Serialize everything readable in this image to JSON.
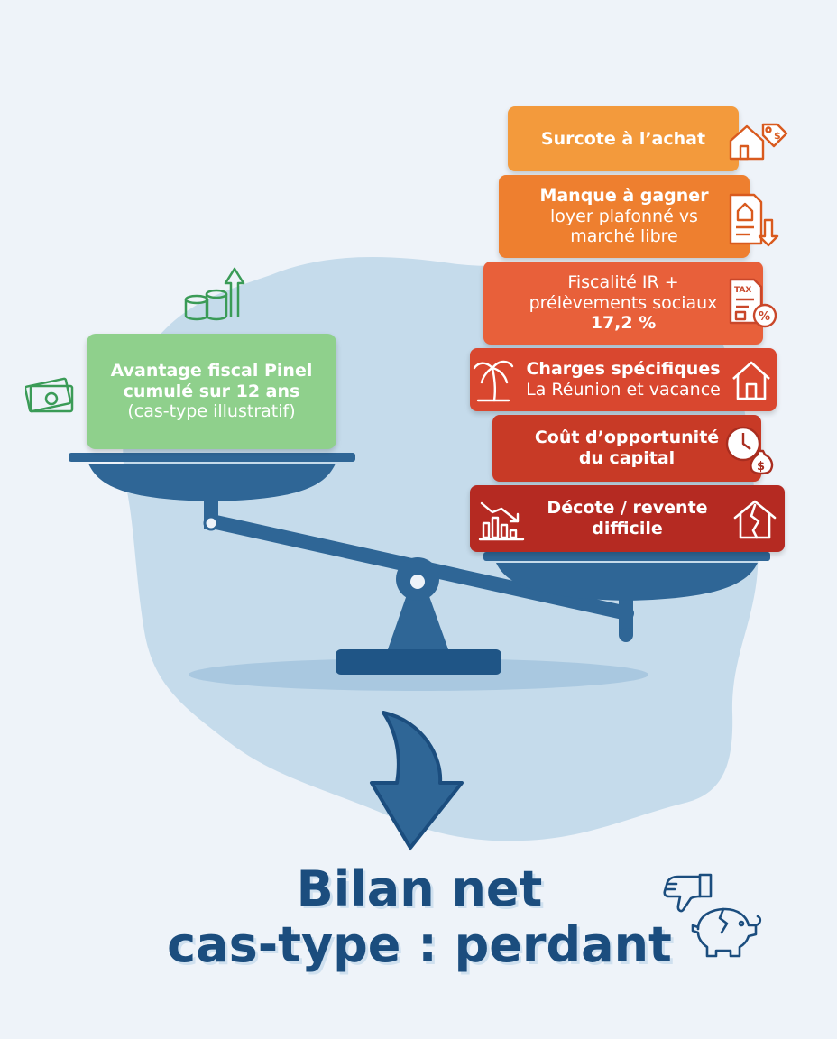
{
  "left_pan": {
    "line1": "Avantage fiscal Pinel",
    "line2": "cumulé sur 12 ans",
    "line3": "(cas-type illustratif)"
  },
  "right_stack": [
    {
      "lines_bold": [
        "Surcote à l’achat"
      ],
      "lines_normal": [],
      "color": "#f39a3c",
      "icon": "house-price-tag-icon"
    },
    {
      "lines_bold": [
        "Manque à gagner"
      ],
      "lines_normal": [
        "loyer plafonné vs",
        "marché libre"
      ],
      "color": "#ee7f2f",
      "icon": "rent-document-down-arrow-icon"
    },
    {
      "lines_bold": [],
      "lines_normal": [
        "Fiscalité IR +",
        "prélèvements sociaux"
      ],
      "tail_bold": "17,2 %",
      "color": "#e8603a",
      "icon": "tax-document-percent-icon"
    },
    {
      "lines_bold": [
        "Charges spécifiques"
      ],
      "lines_normal": [
        "La Réunion et vacance"
      ],
      "color": "#d9472f",
      "icon": "palm-tree-icon"
    },
    {
      "lines_bold": [
        "Coût d’opportunité",
        "du capital"
      ],
      "lines_normal": [],
      "color": "#c83a26",
      "icon": "clock-money-bag-icon"
    },
    {
      "lines_bold": [
        "Décote / revente",
        "difficile"
      ],
      "lines_normal": [],
      "color": "#b52a22",
      "icon": "declining-chart-icon"
    }
  ],
  "conclusion": {
    "line1": "Bilan net",
    "line2": "cas-type : perdant"
  },
  "colors": {
    "navy": "#1b4d7e",
    "scale_blue": "#2f6696",
    "island": "#c5dbeb",
    "green_box": "#8fd08c",
    "icon_green": "#3a9b57",
    "background": "#eef3f9"
  }
}
